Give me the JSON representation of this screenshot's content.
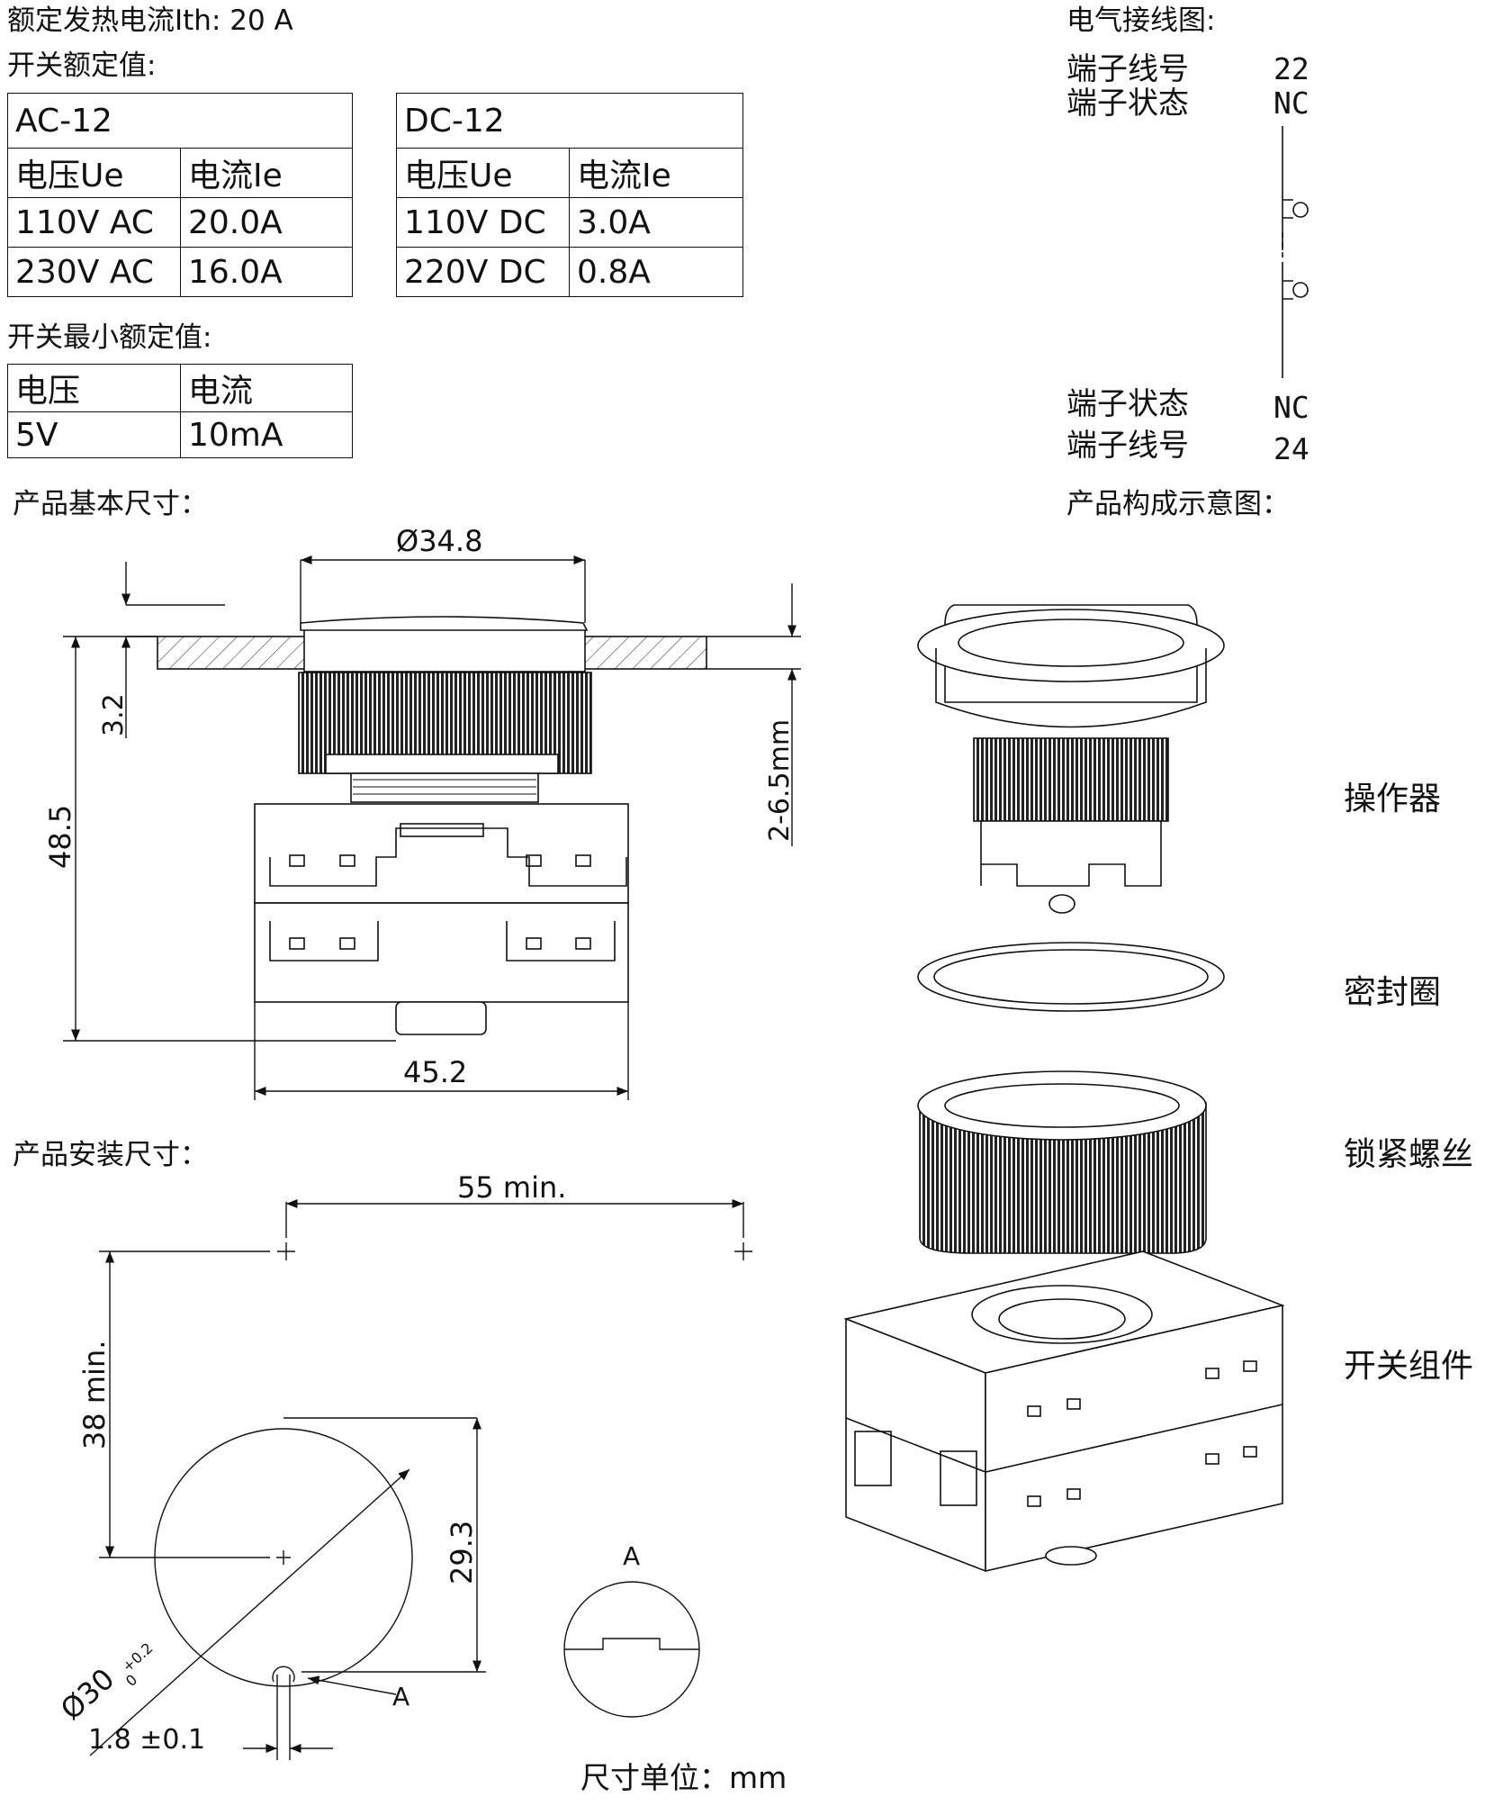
{
  "rating": {
    "thermal_current": "额定发热电流Ith: 20 A",
    "switch_rating_title": "开关额定值:",
    "min_rating_title": "开关最小额定值:"
  },
  "ac_table": {
    "type": "AC-12",
    "head": [
      "电压Ue",
      "电流Ie"
    ],
    "rows": [
      [
        "110V AC",
        "20.0A"
      ],
      [
        "230V AC",
        "16.0A"
      ]
    ]
  },
  "dc_table": {
    "type": "DC-12",
    "head": [
      "电压Ue",
      "电流Ie"
    ],
    "rows": [
      [
        "110V DC",
        "3.0A"
      ],
      [
        "220V DC",
        "0.8A"
      ]
    ]
  },
  "min_table": {
    "head": [
      "电压",
      "电流"
    ],
    "row": [
      "5V",
      "10mA"
    ]
  },
  "wiring": {
    "title": "电气接线图:",
    "top": {
      "terminal_no_label": "端子线号",
      "terminal_no": "22",
      "state_label": "端子状态",
      "state": "NC"
    },
    "bottom": {
      "state_label": "端子状态",
      "state": "NC",
      "terminal_no_label": "端子线号",
      "terminal_no": "24"
    }
  },
  "basic_dims": {
    "title": "产品基本尺寸：",
    "head_diameter": "Ø34.8",
    "height": "48.5",
    "flange": "3.2",
    "panel_thickness": "2-6.5mm",
    "width": "45.2"
  },
  "mount_dims": {
    "title": "产品安装尺寸：",
    "spacing_x": "55 min.",
    "spacing_y": "38 min.",
    "center_height": "29.3",
    "hole_diameter": "Ø30",
    "hole_tol_upper": "+0.2",
    "hole_tol_lower": "0",
    "key_width": "1.8 ±0.1",
    "detail_label": "A"
  },
  "composition": {
    "title": "产品构成示意图：",
    "parts": [
      "操作器",
      "密封圈",
      "锁紧螺丝",
      "开关组件"
    ]
  },
  "unit_note": "尺寸单位：mm"
}
